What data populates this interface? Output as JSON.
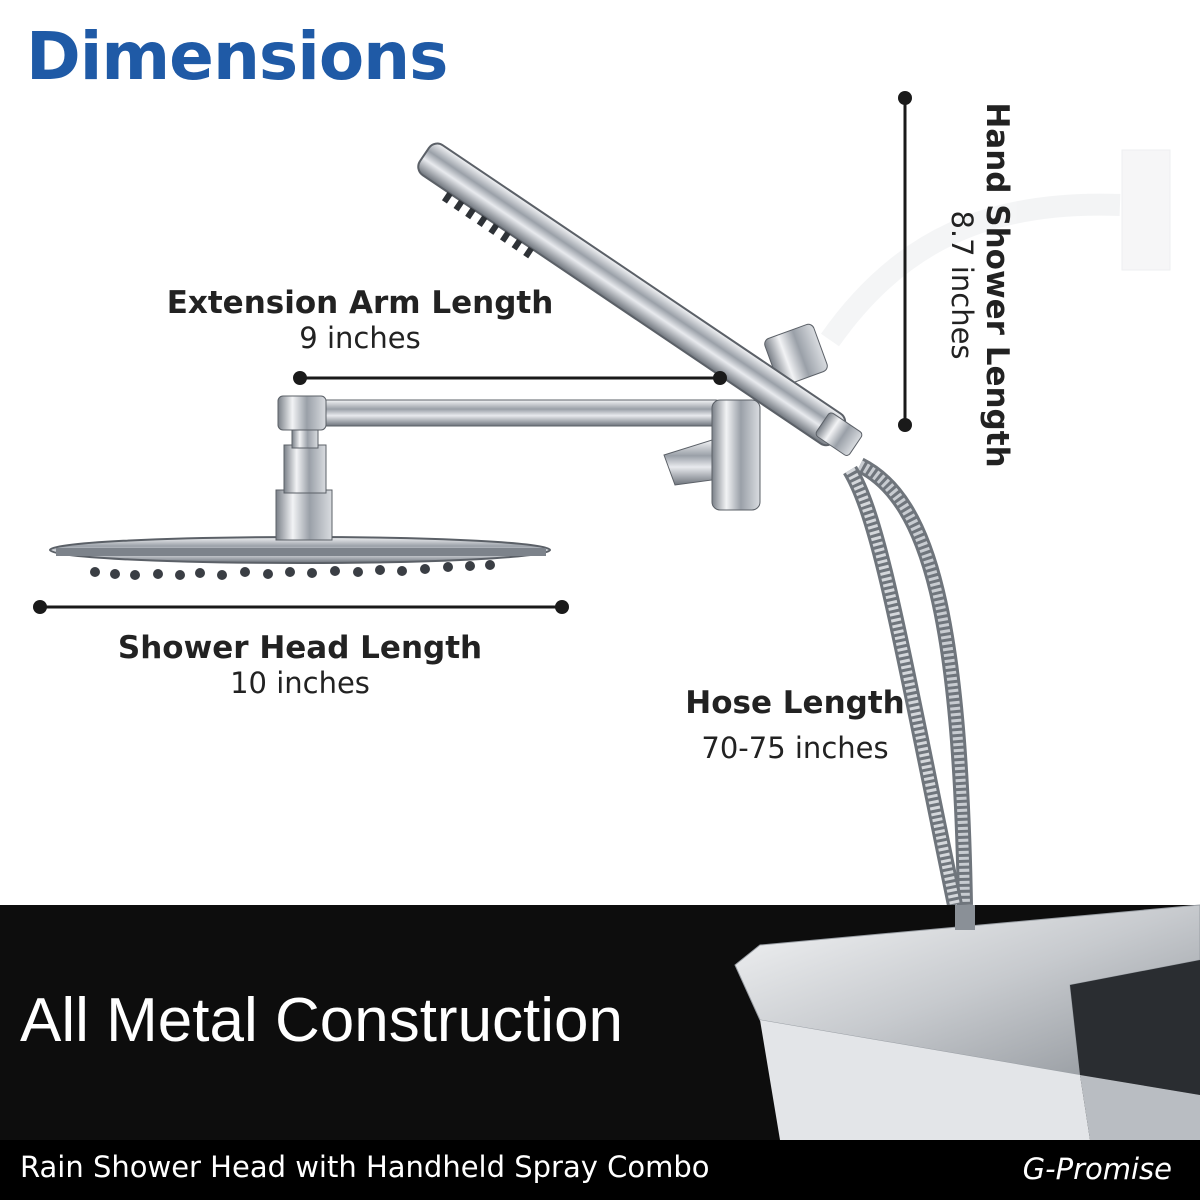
{
  "title": "Dimensions",
  "dimensions": {
    "extension_arm": {
      "name": "Extension Arm Length",
      "value": "9 inches"
    },
    "shower_head": {
      "name": "Shower Head Length",
      "value": "10 inches"
    },
    "hose": {
      "name": "Hose Length",
      "value": "70-75 inches"
    },
    "hand_shower": {
      "name": "Hand Shower Length",
      "value": "8.7 inches"
    }
  },
  "feature_banner": "All Metal Construction",
  "footer": {
    "subtitle": "Rain Shower Head with Handheld Spray Combo",
    "brand": "G-Promise"
  },
  "colors": {
    "title": "#1f5aa6",
    "band": "#0d0d0d",
    "chrome": "#c9ccd1"
  }
}
